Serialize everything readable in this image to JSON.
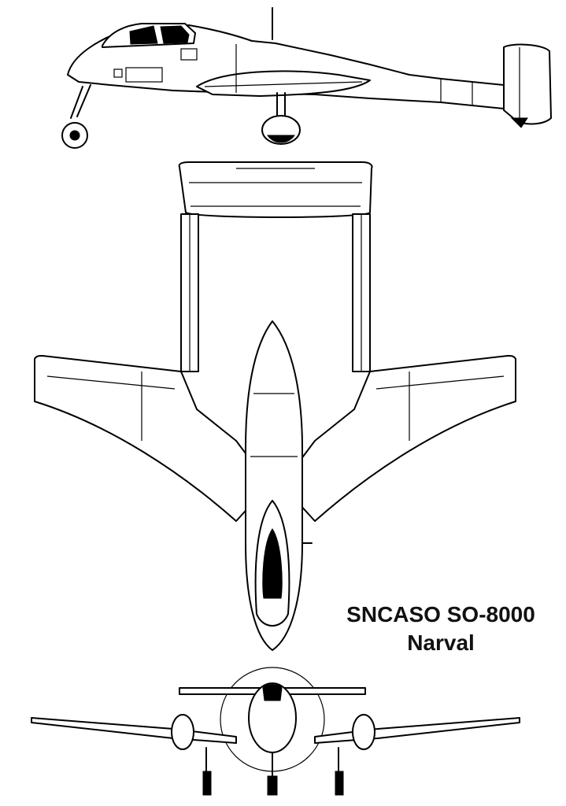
{
  "caption": {
    "line1": "SNCASO SO-8000",
    "line2": "Narval"
  },
  "colors": {
    "ink": "#000000",
    "background": "#ffffff"
  },
  "views": [
    "side-view",
    "top-view",
    "front-view"
  ]
}
